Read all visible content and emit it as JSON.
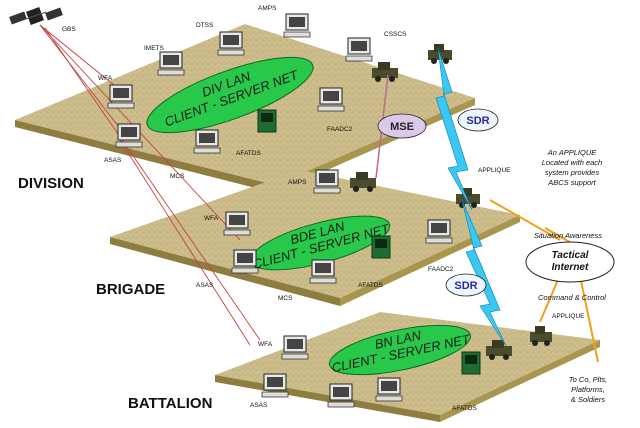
{
  "levels": {
    "division": "DIVISION",
    "brigade": "BRIGADE",
    "battalion": "BATTALION"
  },
  "lans": {
    "division": [
      "DIV LAN",
      "CLIENT - SERVER NET"
    ],
    "brigade": [
      "BDE LAN",
      "CLIENT - SERVER NET"
    ],
    "battalion": [
      "BN LAN",
      "CLIENT - SERVER NET"
    ]
  },
  "nodes": {
    "gbs": "GBS",
    "div": {
      "wfa": "WFA",
      "imets": "IMETS",
      "dtss": "DTSS",
      "amps": "AMPS",
      "cssc": "CSSCS",
      "asas": "ASAS",
      "mcs": "MCS",
      "faadc": "FAADC2",
      "afatds": "AFATDS"
    },
    "bde": {
      "amps": "AMPS",
      "wfa": "WFA",
      "asas": "ASAS",
      "mcs": "MCS",
      "faadc": "FAADC2",
      "afatds": "AFATDS"
    },
    "bn": {
      "wfa": "WFA",
      "asas": "ASAS",
      "afatds": "AFATDS"
    }
  },
  "links": {
    "mse": "MSE",
    "sdr": "SDR",
    "applique": "APPLIQUE",
    "tactical_internet": [
      "Tactical",
      "Internet"
    ]
  },
  "annotations": {
    "applique_note": [
      "An APPLIQUE",
      "Located with each",
      "system provides",
      "ABCS support"
    ],
    "situation_awareness": "Situation Awareness",
    "command_control": "Command & Control",
    "soldiers": [
      "To Co, Plts,",
      "Platforms,",
      "& Soldiers"
    ]
  },
  "colors": {
    "ground": "#cfc090",
    "ground_edge": "#6e6434",
    "lan_ellipse": "#28c94a",
    "mse_cloud": "#d8c8e8",
    "sdr_bolt": "#39c7f0"
  }
}
